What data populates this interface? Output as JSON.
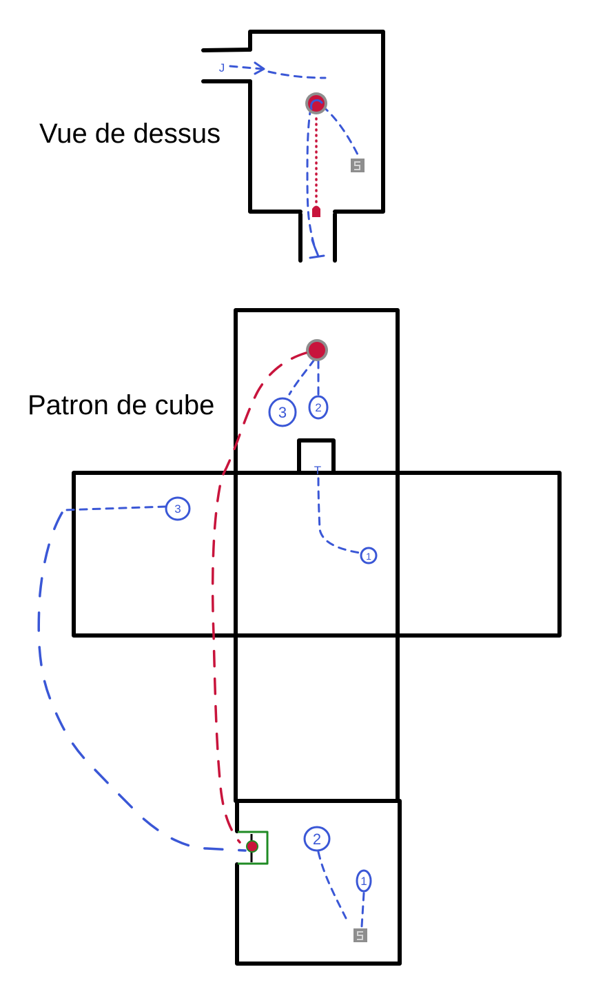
{
  "top_view": {
    "title": "Vue de dessus",
    "entry_label": "J"
  },
  "cube_net": {
    "title": "Patron de cube",
    "top_face": {
      "marker_a": "3",
      "marker_b": "2"
    },
    "left_face": {
      "marker": "3"
    },
    "center_face": {
      "start_label": "T",
      "marker": "1"
    },
    "bottom_face": {
      "marker_a": "2",
      "marker_b": "1"
    }
  },
  "colors": {
    "wall": "#000000",
    "path": "#3a57d6",
    "red": "#c8143c",
    "grey": "#8e8e8e",
    "green": "#1f8b24"
  },
  "icons": {
    "red_dot": "red-dot-icon",
    "grey_square": "grey-square-icon",
    "arrow": "arrow-right-icon",
    "green_frame": "green-frame-icon"
  }
}
